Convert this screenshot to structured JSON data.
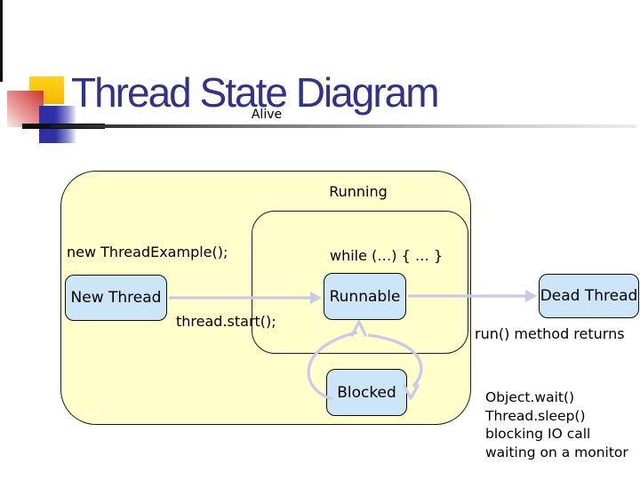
{
  "slide_title": "Thread State Diagram",
  "region_labels": {
    "alive": "Alive",
    "running": "Running"
  },
  "states": {
    "new_thread": "New Thread",
    "runnable": "Runnable",
    "blocked": "Blocked",
    "dead_thread": "Dead Thread"
  },
  "annotations": {
    "new_call": "new ThreadExample();",
    "while_loop": "while (…) { … }",
    "start_call": "thread.start();",
    "run_returns": "run() method returns"
  },
  "blocked_causes": [
    "Object.wait()",
    "Thread.sleep()",
    "blocking IO call",
    "waiting on a monitor"
  ],
  "transitions": [
    {
      "from": "New Thread",
      "to": "Runnable",
      "label": "thread.start();"
    },
    {
      "from": "Runnable",
      "to": "Dead Thread",
      "label": "run() method returns"
    },
    {
      "from": "Runnable",
      "to": "Blocked",
      "label": "Object.wait() / Thread.sleep() / blocking IO call / waiting on a monitor"
    },
    {
      "from": "Blocked",
      "to": "Runnable",
      "label": ""
    }
  ],
  "colors": {
    "title": "#32318E",
    "region_fill": "#FFFFCB",
    "state_fill": "#CCE6F7",
    "arrow": "#C9C9E9",
    "logo_yellow": "#F7B600",
    "logo_red": "#CF3434",
    "logo_blue": "#2F2FA8"
  }
}
